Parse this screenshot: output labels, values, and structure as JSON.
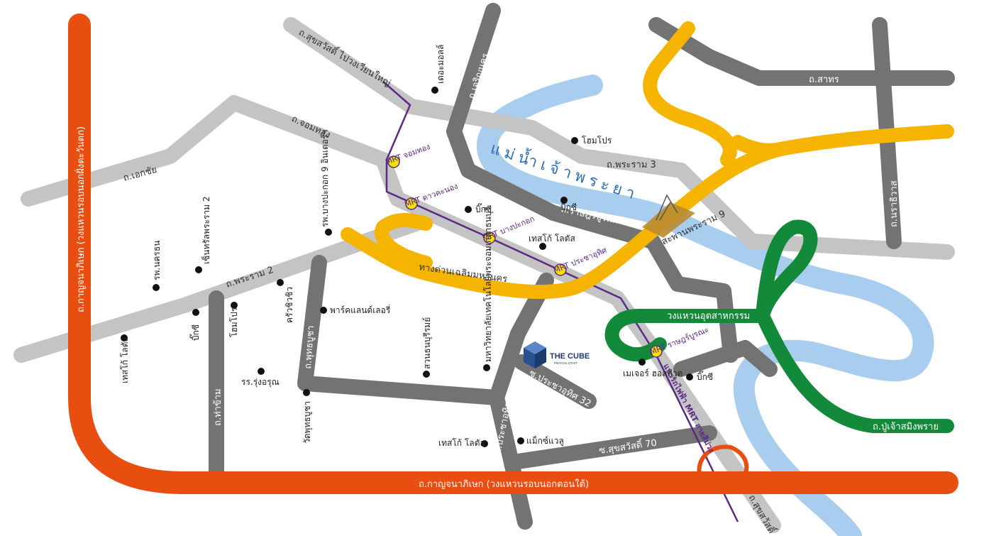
{
  "colors": {
    "ring_road": "#e84e10",
    "expressway": "#f5b400",
    "green_ring": "#128a3a",
    "river": "#a9cdee",
    "road_light": "#c4c4c4",
    "road_dark": "#737373",
    "mrt_line": "#5b2a86",
    "mrt_badge": "#f5e100"
  },
  "roads": {
    "kanchana_south": "ถ.กาญจนาภิเษก (วงแหวนรอบนอกตอนใต้)",
    "kanchana_west": "ถ.กาญจนาภิเษก (วงแหวนรอบนอกฝั่งตะวันตก)",
    "sukhumvit_bangna": "ถ.สุขสวัสดิ์ ไปวงเวียนใหญ่",
    "chomthong_1": "ถ.จอมทอง",
    "ekachai": "ถ.เอกชัย",
    "rama2": "ถ.พระราม 2",
    "charoen_nakhon": "ถ.เจริญนคร",
    "rama3": "ถ.พระราม 3",
    "sathorn": "ถ.สาทร",
    "ratchawithi": "ถ.นราธิวาส",
    "rat_burana": "ถ.ราษฎร์บูรณะ",
    "expressway": "ทางด่วนเฉลิมมหานคร",
    "industrial_ring": "วงแหวนอุตสาหกรรม",
    "pracha_uthit": "ถ.ประชาอุทิศ",
    "putthabucha": "ถ.พุทธบูชา",
    "thakham": "ถ.ท่าข้าม",
    "pracha_uthit_2": "ถ.ประชาอุทิศ",
    "soi_pracha_32": "ซ.ประชาอุทิศ 32",
    "soi_suksawat_70": "ซ.สุขสวัสดิ์ 70",
    "pu_chao": "ถ.ปู่เจ้าสมิงพราย",
    "suksawat_south": "ถ.สุขสวัสดิ์",
    "bridge": "สะพานพระราม 9",
    "mrt_line_label": "แนวรถไฟฟ้า MRT สายสีม่วง"
  },
  "river": {
    "label": "แม่น้ำเจ้าพระยา"
  },
  "mrt_stations": [
    {
      "name": "MRT จอมทอง"
    },
    {
      "name": "MRT ดาวคะนอง"
    },
    {
      "name": "MRT บางปะกอก"
    },
    {
      "name": "MRT ประชาอุทิศ"
    },
    {
      "name": "MRT ราษฎร์บูรณะ"
    }
  ],
  "pois": [
    {
      "name": "เดอะมอลล์"
    },
    {
      "name": "โฮมโปร"
    },
    {
      "name": "บิ๊กซี"
    },
    {
      "name": "บิ๊กซี"
    },
    {
      "name": "เทสโก้ โลตัส"
    },
    {
      "name": "รพ.บางปะกอก 9 อินเตอร์ฯ"
    },
    {
      "name": "เซ็นทรัลพระราม 2"
    },
    {
      "name": "รพ.นครธน"
    },
    {
      "name": "บิ๊กซี"
    },
    {
      "name": "โฮมโปร"
    },
    {
      "name": "เทสโก้ โลตัส"
    },
    {
      "name": "รร.รุ่งอรุณ"
    },
    {
      "name": "ครัวชิวชิว"
    },
    {
      "name": "พาร์คแลนด์เลอรี่"
    },
    {
      "name": "วัดพุทธบูชา"
    },
    {
      "name": "สวนธนบุรีรมย์"
    },
    {
      "name": "มหาวิทยาลัยเทคโนโลยีพระจอมเกล้าธนบุรี"
    },
    {
      "name": "เทสโก้ โลตัส"
    },
    {
      "name": "แม็กซ์แวลู"
    },
    {
      "name": "เมเจอร์ ฮอลลีวูด"
    },
    {
      "name": "บิ๊กซี"
    }
  ],
  "brand": {
    "name": "THE CUBE",
    "sub": "PRACHA UTHIT"
  }
}
